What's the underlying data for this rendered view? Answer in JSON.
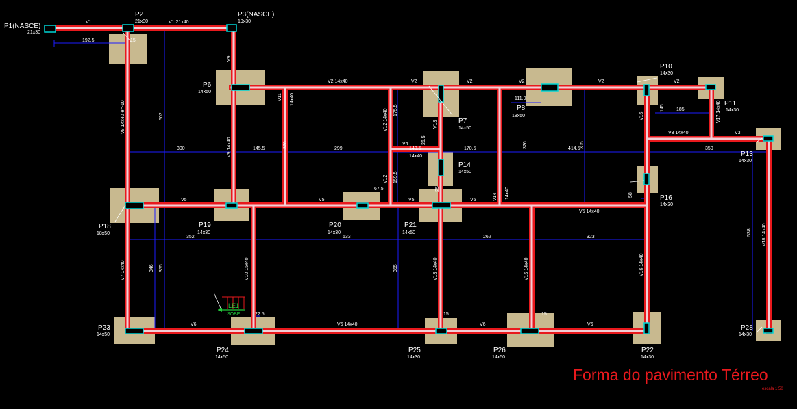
{
  "title": "Forma do pavimento Térreo",
  "scale": "escala 1:50",
  "colors": {
    "background": "#000000",
    "beam_outer": "#e8191d",
    "beam_inner": "#f2cfd6",
    "footing": "#c8b98f",
    "pillar": "#00d6d6",
    "dimension": "#1c1cff",
    "title": "#e8191d",
    "stair": "#22c93b"
  },
  "pillars": [
    {
      "id": "P1",
      "name": "P1(NASCE)",
      "size": "21x30"
    },
    {
      "id": "P2",
      "name": "P2",
      "size": "21x30"
    },
    {
      "id": "P3",
      "name": "P3(NASCE)",
      "size": "19x30"
    },
    {
      "id": "P6",
      "name": "P6",
      "size": "14x50"
    },
    {
      "id": "P7",
      "name": "P7",
      "size": "14x50"
    },
    {
      "id": "P8",
      "name": "P8",
      "size": "18x50"
    },
    {
      "id": "P10",
      "name": "P10",
      "size": "14x30"
    },
    {
      "id": "P11",
      "name": "P11",
      "size": "14x30"
    },
    {
      "id": "P13",
      "name": "P13",
      "size": "14x30"
    },
    {
      "id": "P14",
      "name": "P14",
      "size": "14x50"
    },
    {
      "id": "P16",
      "name": "P16",
      "size": "14x30"
    },
    {
      "id": "P18",
      "name": "P18",
      "size": "18x50"
    },
    {
      "id": "P19",
      "name": "P19",
      "size": "14x30"
    },
    {
      "id": "P20",
      "name": "P20",
      "size": "14x30"
    },
    {
      "id": "P21",
      "name": "P21",
      "size": "14x50"
    },
    {
      "id": "P22",
      "name": "P22",
      "size": "14x30"
    },
    {
      "id": "P23",
      "name": "P23",
      "size": "14x50"
    },
    {
      "id": "P24",
      "name": "P24",
      "size": "14x50"
    },
    {
      "id": "P25",
      "name": "P25",
      "size": "14x30"
    },
    {
      "id": "P26",
      "name": "P26",
      "size": "14x50"
    },
    {
      "id": "P28",
      "name": "P28",
      "size": "14x30"
    }
  ],
  "beams": {
    "v1_a": "V1",
    "v1_b": "V1 21x40",
    "v2_a": "V2 14x40",
    "v2_b": "V2",
    "v2_c": "V2",
    "v2_d": "V2",
    "v2_e": "V2",
    "v2_f": "V2",
    "v3_a": "V3 14x40",
    "v3_b": "V3",
    "v4": "V4",
    "v4_size": "14x40",
    "v5_a": "V5",
    "v5_b": "V5",
    "v5_c": "V5",
    "v5_d": "V5",
    "v5_e": "V5 14x40",
    "v6_a": "V6",
    "v6_b": "V6 14x40",
    "v6_c": "V6",
    "v6_d": "V6",
    "v7": "V7 14x40",
    "v8": "V8 14x40 e=-10",
    "v9_a": "V9",
    "v9_b": "V9 14x40",
    "v10": "V10 15x40",
    "v11": "V11",
    "v11_size": "14x40",
    "v12_a": "V12 14x40",
    "v12_b": "V12",
    "v13_a": "V13",
    "v13_b": "V13 14x40",
    "v14": "V14",
    "v14_size": "14x40",
    "v15": "V15 14x40",
    "v16_a": "V16",
    "v16_b": "V16 14x40",
    "v17": "V17 14x40",
    "v18": "V18 14x40"
  },
  "dims": {
    "d1925": "192.5",
    "d15a": "15",
    "d502": "502",
    "d300": "300",
    "d1455": "145.5",
    "d326a": "326",
    "d299": "299",
    "d1755": "175.5",
    "d1405": "140.5",
    "d265": "26.5",
    "d1705": "170.5",
    "d1119": "111.9",
    "d326b": "326",
    "d4145": "414.5",
    "d305": "305",
    "d145": "145",
    "d185": "185",
    "d350": "350",
    "d1595": "159.5",
    "d675": "67.5",
    "d25": "25",
    "d58": "58",
    "d352": "352",
    "d533": "533",
    "d262": "262",
    "d323": "323",
    "d538": "538",
    "d346": "346",
    "d355a": "355",
    "d355b": "355",
    "d225": "22.5",
    "d15b": "15",
    "d15c": "15"
  },
  "stair": {
    "label": "LE1",
    "direction": "SOBE"
  }
}
